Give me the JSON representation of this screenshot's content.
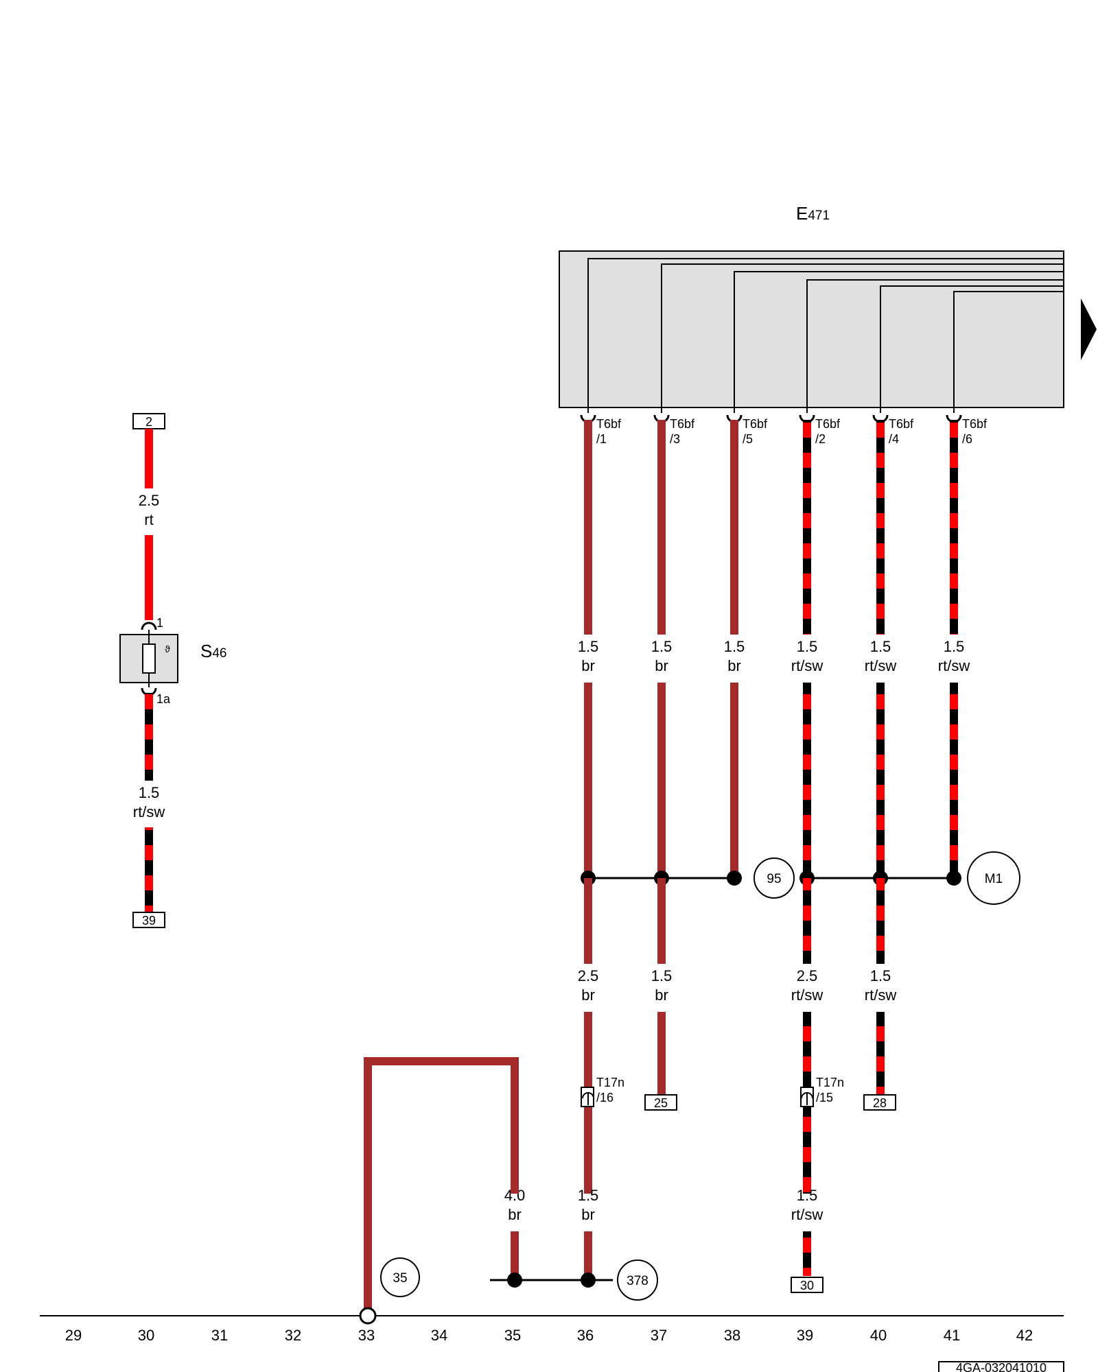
{
  "diagram": {
    "components": {
      "e471": {
        "letter": "E",
        "sub": "471"
      },
      "s46": {
        "letter": "S",
        "sub": "46"
      }
    },
    "s46_pins": {
      "top": "1",
      "bottom": "1a"
    },
    "s46_wires": {
      "upper": {
        "size": "2.5",
        "color": "rt"
      },
      "lower": {
        "size": "1.5",
        "color": "rt/sw"
      }
    },
    "refboxes": {
      "top": "2",
      "s46_bottom": "39",
      "c25": "25",
      "c28": "28",
      "c30": "30"
    },
    "connector_name": "T6bf",
    "connector_pins": [
      "/1",
      "/3",
      "/5",
      "/2",
      "/4",
      "/6"
    ],
    "upper_wires": [
      {
        "size": "1.5",
        "color": "br"
      },
      {
        "size": "1.5",
        "color": "br"
      },
      {
        "size": "1.5",
        "color": "br"
      },
      {
        "size": "1.5",
        "color": "rt/sw"
      },
      {
        "size": "1.5",
        "color": "rt/sw"
      },
      {
        "size": "1.5",
        "color": "rt/sw"
      }
    ],
    "lower_wires": [
      {
        "size": "2.5",
        "color": "br"
      },
      {
        "size": "1.5",
        "color": "br"
      },
      {
        "size": "2.5",
        "color": "rt/sw"
      },
      {
        "size": "1.5",
        "color": "rt/sw"
      }
    ],
    "bottom_wires": [
      {
        "size": "4.0",
        "color": "br"
      },
      {
        "size": "1.5",
        "color": "br"
      },
      {
        "size": "1.5",
        "color": "rt/sw"
      }
    ],
    "connectors_t17n": [
      {
        "name": "T17n",
        "pin": "/16"
      },
      {
        "name": "T17n",
        "pin": "/15"
      }
    ],
    "circles": {
      "c95": "95",
      "m1": "M1",
      "c35": "35",
      "c378": "378"
    },
    "columns": [
      "29",
      "30",
      "31",
      "32",
      "33",
      "34",
      "35",
      "36",
      "37",
      "38",
      "39",
      "40",
      "41",
      "42"
    ],
    "drawing_id": "4GA-032041010",
    "colors": {
      "br": "#a52a2a",
      "rt": "#ff0000",
      "sw": "#000000",
      "module_fill": "#e0e0e0"
    }
  }
}
